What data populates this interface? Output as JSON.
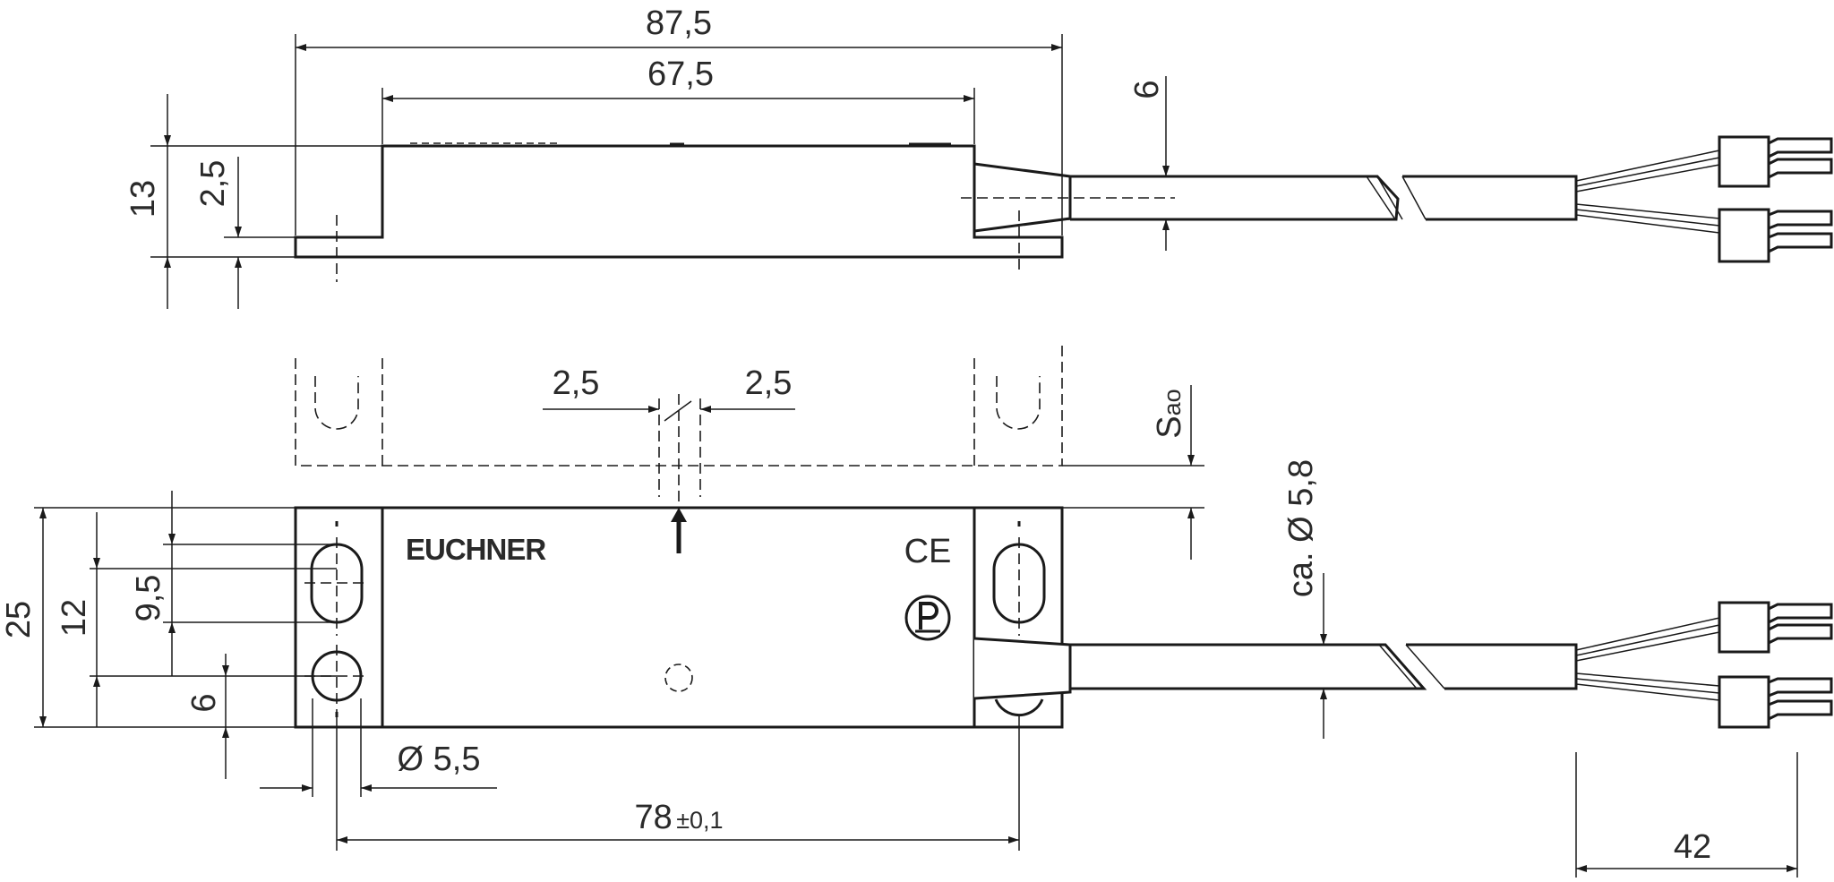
{
  "dimensions": {
    "overall_length": "87,5",
    "body_length": "67,5",
    "total_height": "13",
    "flange_thickness": "2,5",
    "cable_offset": "6",
    "sensing_offset_left": "2,5",
    "sensing_offset_right": "2,5",
    "switch_distance_label": "S",
    "switch_distance_sub": "ao",
    "cable_diameter": "ca. Ø 5,8",
    "width": "25",
    "hole_height": "12",
    "slot_length": "9,5",
    "hole_bottom_offset": "6",
    "hole_diameter": "Ø 5,5",
    "hole_spacing": "78",
    "hole_spacing_tolerance": "±0,1",
    "wire_length": "42"
  },
  "labels": {
    "brand": "EUCHNER",
    "ce_mark": "CE"
  },
  "icons": {
    "sensing_direction": "arrow-up-icon",
    "approval_mark": "p-approval-icon"
  },
  "colors": {
    "line": "#1a1a1a",
    "background": "#ffffff"
  }
}
